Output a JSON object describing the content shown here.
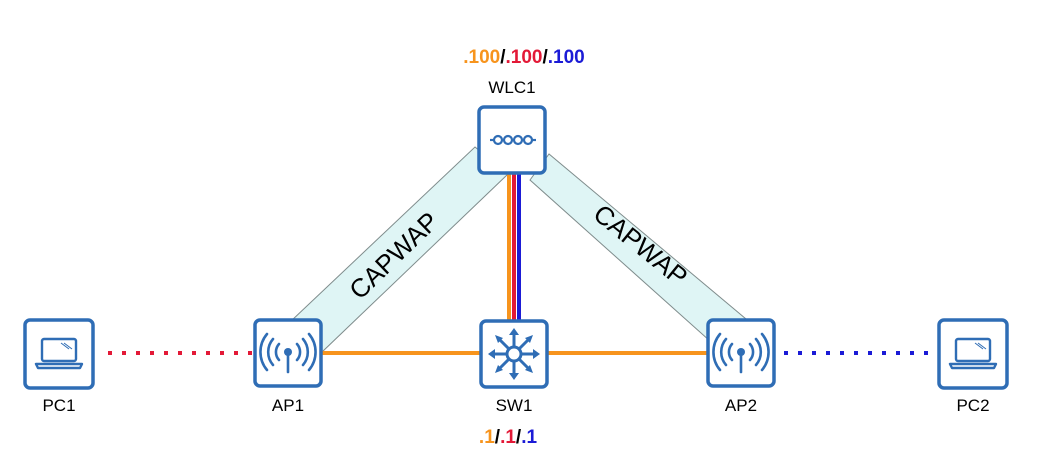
{
  "colors": {
    "device_border": "#2f6db5",
    "device_fill": "#ffffff",
    "icon": "#2f6db5",
    "tunnel_fill": "#dff5f5",
    "tunnel_stroke": "#7f8c8c",
    "orange": "#f7941d",
    "red": "#e31937",
    "blue": "#1b1bd6"
  },
  "nodes": {
    "wlc1": {
      "label": "WLC1",
      "icon": "wlc-icon"
    },
    "sw1": {
      "label": "SW1",
      "icon": "switch-icon"
    },
    "ap1": {
      "label": "AP1",
      "icon": "access-point-icon"
    },
    "ap2": {
      "label": "AP2",
      "icon": "access-point-icon"
    },
    "pc1": {
      "label": "PC1",
      "icon": "laptop-icon"
    },
    "pc2": {
      "label": "PC2",
      "icon": "laptop-icon"
    }
  },
  "wlc_ip": {
    "part1": ".100",
    "sep1": "/",
    "part2": ".100",
    "sep2": "/",
    "part3": ".100"
  },
  "sw_ip": {
    "part1": ".1",
    "sep1": "/",
    "part2": ".1",
    "sep2": "/",
    "part3": ".1"
  },
  "tunnels": {
    "left": "CAPWAP",
    "right": "CAPWAP"
  }
}
